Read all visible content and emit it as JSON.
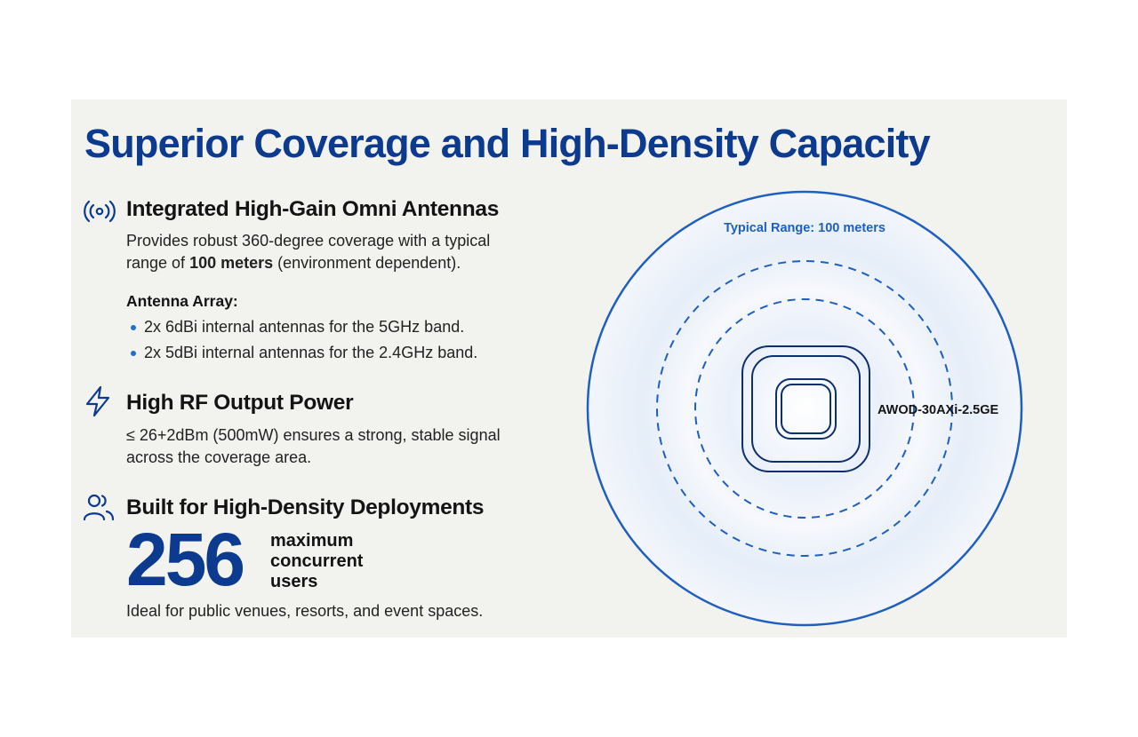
{
  "title": "Superior Coverage and High-Density Capacity",
  "sections": [
    {
      "icon": "antenna-broadcast-icon",
      "heading": "Integrated High-Gain Omni Antennas",
      "body_pre": "Provides robust 360-degree coverage with a typical",
      "body_line2_pre": "range of ",
      "body_bold": "100 meters",
      "body_line2_post": " (environment dependent).",
      "sub_heading": "Antenna Array:",
      "bullets": [
        "2x 6dBi internal antennas for the 5GHz band.",
        "2x 5dBi internal antennas for the 2.4GHz band."
      ]
    },
    {
      "icon": "lightning-bolt-icon",
      "heading": "High RF Output Power",
      "body_line1": "≤ 26+2dBm (500mW) ensures a strong, stable signal",
      "body_line2": "across the coverage area."
    },
    {
      "icon": "users-icon",
      "heading": "Built for High-Density Deployments",
      "stat_value": "256",
      "stat_label_1": "maximum",
      "stat_label_2": "concurrent",
      "stat_label_3": "users",
      "body": "Ideal for public venues, resorts, and event spaces."
    }
  ],
  "diagram": {
    "range_label": "Typical Range: 100 meters",
    "device_label": "AWOD-30AXi-2.5GE"
  },
  "colors": {
    "accent": "#0b3a8f",
    "ring": "#1f5fbf",
    "bullet": "#1f6fd1",
    "background": "#f2f2ee"
  }
}
